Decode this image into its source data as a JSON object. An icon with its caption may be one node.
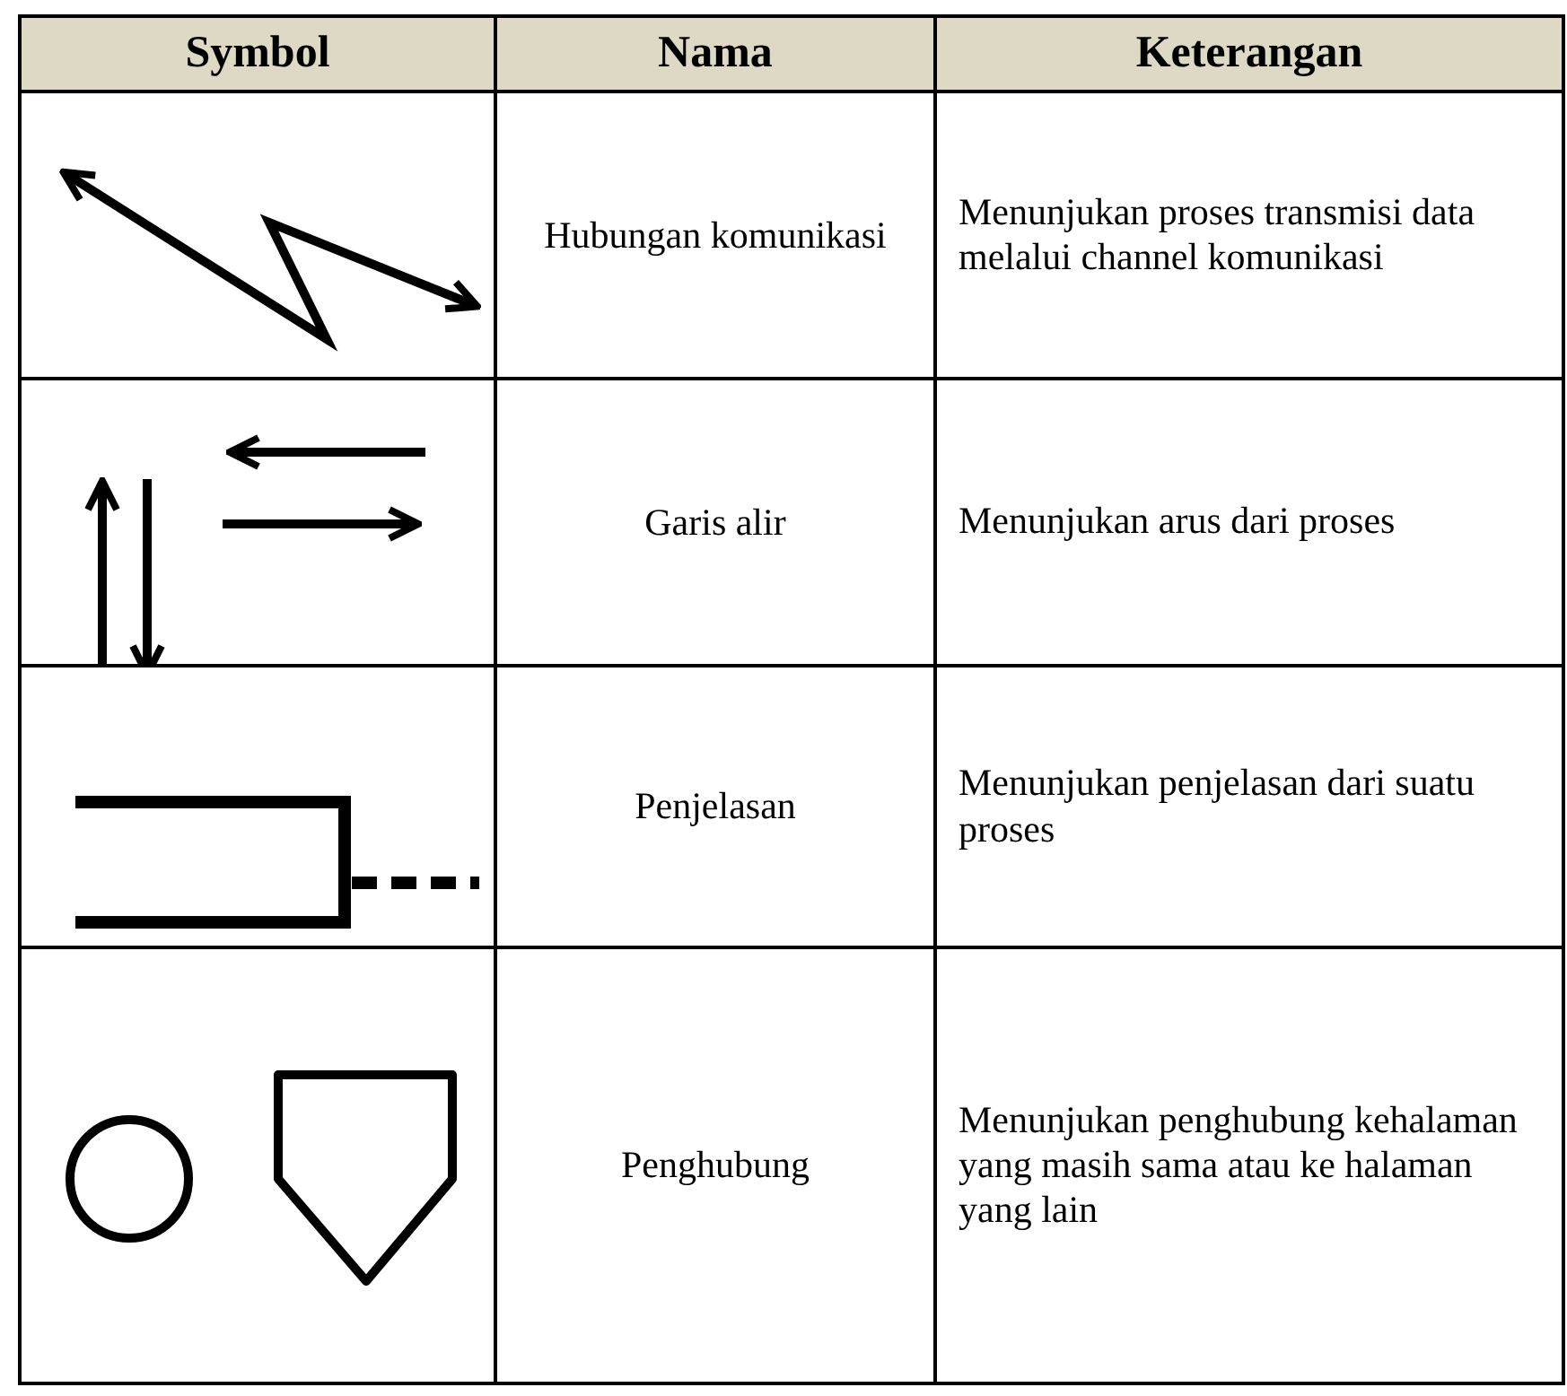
{
  "diagram": {
    "labels": [
      "Symbol",
      "Nama",
      "Keterangan",
      "Hubungan komunikasi",
      "Menunjukan proses transmisi data melalui channel komunikasi",
      "Garis alir",
      "Menunjukan arus dari proses",
      "Penjelasan",
      "Menunjukan penjelasan dari suatu proses",
      "Penghubung",
      "Menunjukan penghubung kehalaman yang masih sama atau ke halaman yang lain"
    ]
  }
}
